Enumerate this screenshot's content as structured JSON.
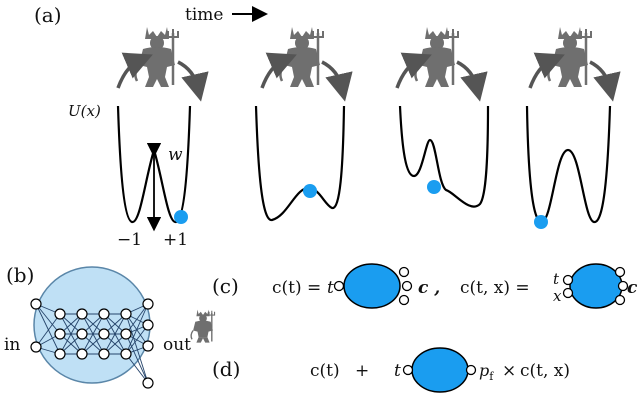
{
  "panels": {
    "a": "(a)",
    "b": "(b)",
    "c": "(c)",
    "d": "(d)"
  },
  "time_label": "time",
  "potential_label": "U(x)",
  "barrier_label": "w",
  "well_labels": {
    "left": "−1",
    "right": "+1"
  },
  "network": {
    "in_label": "in",
    "out_label": "out"
  },
  "equation_c1": {
    "lhs": "c(t) =",
    "arg": "t",
    "tail": "c ,"
  },
  "equation_c2": {
    "lhs": "c(t, x) =",
    "arg_t": "t",
    "arg_x": "x",
    "tail": "c"
  },
  "equation_d": {
    "lhs": "c(t)",
    "plus": "+",
    "arg": "t",
    "pf": "p",
    "pf_sub": "f",
    "times": "×",
    "rhs": "c(t, x)"
  },
  "colors": {
    "particle": "#1a9df0",
    "network_bg": "#bfe0f5",
    "demon": "#6f6f6f",
    "arrow": "#555555"
  }
}
